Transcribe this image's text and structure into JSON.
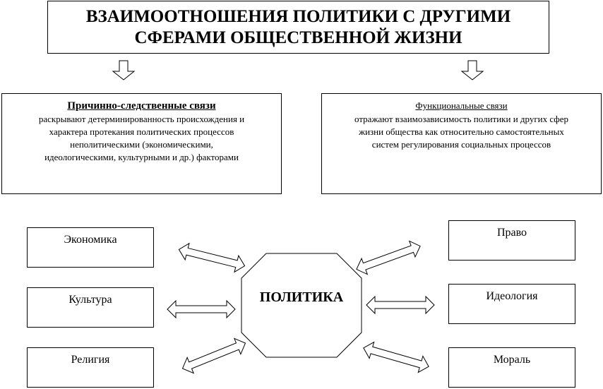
{
  "title": "ВЗАИМООТНОШЕНИЯ ПОЛИТИКИ С ДРУГИМИ\nСФЕРАМИ ОБЩЕСТВЕННОЙ ЖИЗНИ",
  "causal": {
    "heading": "Причинно-следственные связи",
    "body": "раскрывают детерминированность происхождения и\nхарактера протекания политических процессов\nнеполитическими (экономическими,\nидеологическими, культурными и др.) факторами"
  },
  "functional": {
    "heading": "Функциональные связи",
    "body": "отражают взаимозависимость политики и других сфер\nжизни общества как относительно  самостоятельных\nсистем регулирования социальных процессов"
  },
  "center": "ПОЛИТИКА",
  "left_spheres": [
    "Экономика",
    "Культура",
    "Религия"
  ],
  "right_spheres": [
    "Право",
    "Идеология",
    "Мораль"
  ]
}
